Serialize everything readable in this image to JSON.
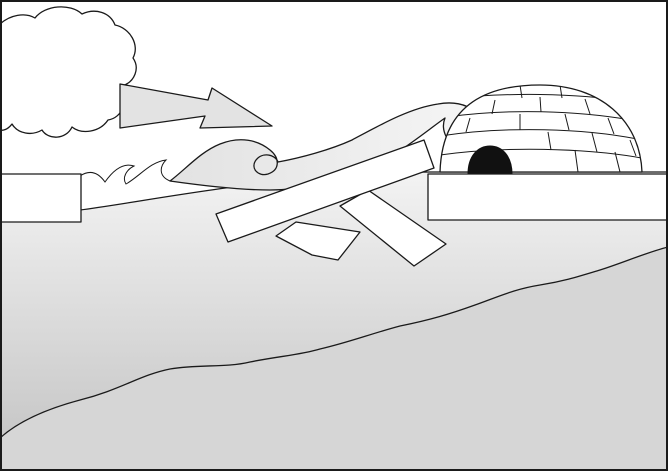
{
  "diagram": {
    "elements": [
      "storm-cloud",
      "wind-arrow",
      "breaking-wave",
      "sea-ice-left",
      "sea-ice-right",
      "broken-ice-slabs",
      "igloo",
      "igloo-entrance",
      "water",
      "seafloor"
    ]
  },
  "colors": {
    "outline": "#1a1a1a",
    "ice": "#ffffff",
    "water_light": "#f4f4f4",
    "water_dark": "#bdbdbd",
    "seafloor": "#d5d5d5",
    "arrow": "#e3e3e3",
    "igloo_entrance": "#111111",
    "background": "#ffffff"
  }
}
